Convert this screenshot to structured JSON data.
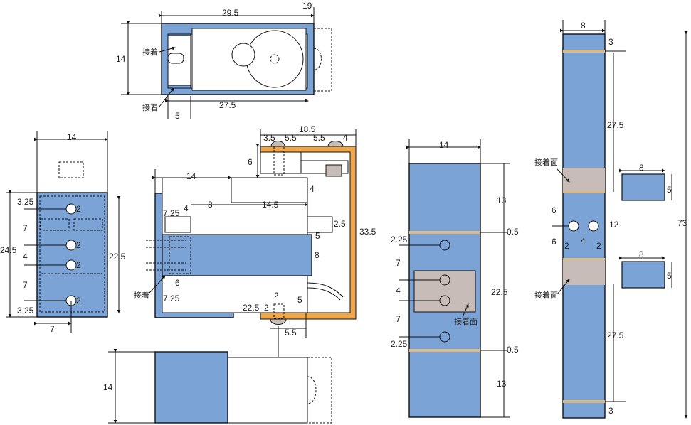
{
  "colors": {
    "blue": "#7ba3d6",
    "orange": "#f0a64a",
    "gray": "#c7bcb8",
    "tan": "#d8b98a",
    "line": "#111111"
  },
  "labels": {
    "glue": "接着",
    "glue_surface": "接着面"
  },
  "top_view": {
    "d_29_5": "29.5",
    "d_19": "19",
    "d_14": "14",
    "d_5": "5",
    "d_27_5": "27.5"
  },
  "left_view": {
    "d_14": "14",
    "d_3_25a": "3.25",
    "d_7a": "7",
    "d_24_5": "24.5",
    "d_4": "4",
    "d_7b": "7",
    "d_3_25b": "3.25",
    "d_22_5": "22.5",
    "d_7c": "7",
    "hole": "2"
  },
  "center_view": {
    "d_3_5": "3.5",
    "d_5_5a": "5.5",
    "d_18_5": "18.5",
    "d_5_5b": "5.5",
    "d_4a": "4",
    "d_6a": "6",
    "d_14": "14",
    "d_4b": "4",
    "d_8a": "8",
    "d_14_5": "14.5",
    "d_7_25a": "7.25",
    "d_2_5": "2.5",
    "d_5a": "5",
    "d_33_5": "33.5",
    "d_8b": "8",
    "d_6b": "6",
    "d_7_25b": "7.25",
    "d_2a": "2",
    "d_5b": "5",
    "d_22_5": "22.5",
    "d_2b": "2",
    "d_5_5c": "5.5"
  },
  "bottom_view": {
    "d_14": "14"
  },
  "plate_view": {
    "d_14": "14",
    "d_13a": "13",
    "d_0_5a": "0.5",
    "d_2_25a": "2.25",
    "d_7a": "7",
    "d_4": "4",
    "d_22_5": "22.5",
    "d_7b": "7",
    "d_2_25b": "2.25",
    "d_0_5b": "0.5",
    "d_13b": "13"
  },
  "strip_view": {
    "d_8a": "8",
    "d_3a": "3",
    "d_27_5a": "27.5",
    "d_8b": "8",
    "d_5a": "5",
    "d_6a": "6",
    "d_12": "12",
    "d_6b": "6",
    "d_2a": "2",
    "d_4": "4",
    "d_2b": "2",
    "d_73": "73",
    "d_8c": "8",
    "d_5b": "5",
    "d_27_5b": "27.5",
    "d_3b": "3"
  }
}
